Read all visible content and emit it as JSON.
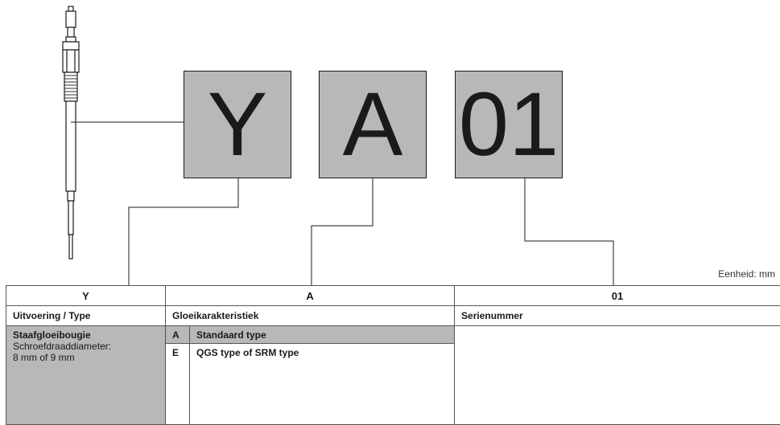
{
  "code": {
    "part1": "Y",
    "part2": "A",
    "part3": "01"
  },
  "unit_label": "Eenheid: mm",
  "table": {
    "headers": [
      "Y",
      "A",
      "01"
    ],
    "labels": [
      "Uitvoering / Type",
      "Gloeikarakteristiek",
      "Serienummer"
    ],
    "type": {
      "title": "Staafgloeibougie",
      "description_line1": "Schroefdraaddiameter:",
      "description_line2": "8 mm of 9 mm"
    },
    "characteristics": [
      {
        "letter": "A",
        "description": "Standaard type"
      },
      {
        "letter": "E",
        "description": "QGS type of SRM type"
      }
    ]
  },
  "colors": {
    "box_fill": "#b8b8b8",
    "line": "#1a1a1a"
  }
}
